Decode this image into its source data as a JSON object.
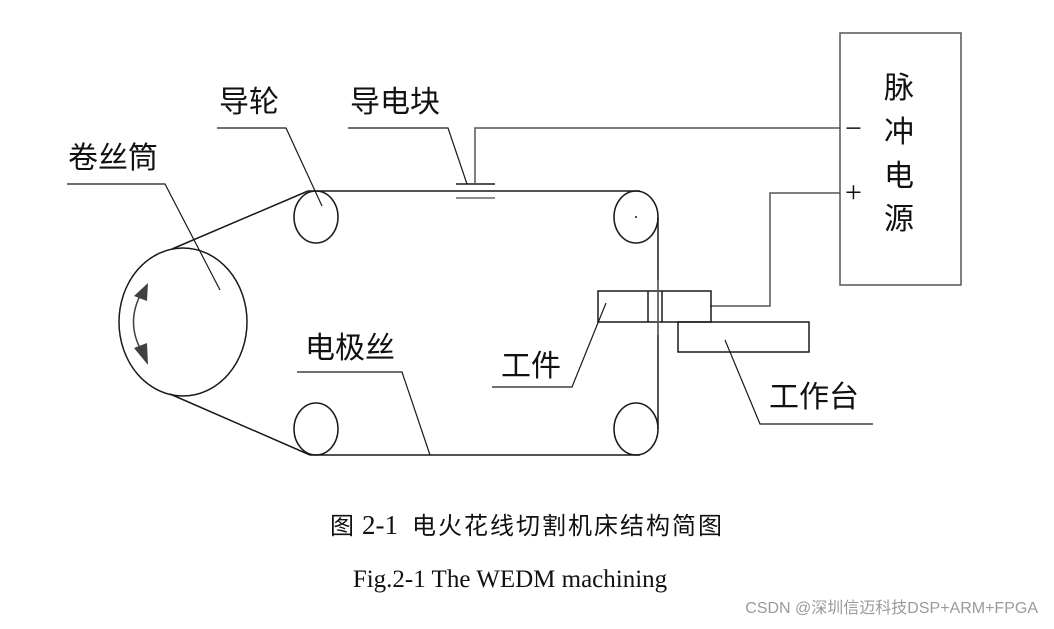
{
  "labels": {
    "wire_drum": "卷丝筒",
    "guide_wheel": "导轮",
    "conductive_block": "导电块",
    "electrode_wire": "电极丝",
    "workpiece": "工件",
    "worktable": "工作台",
    "pulse_power_supply": [
      "脉",
      "冲",
      "电",
      "源"
    ],
    "negative_terminal": "−",
    "positive_terminal": "+"
  },
  "caption": {
    "cn_prefix": "图",
    "cn_number": "2-1",
    "cn_title": "电火花线切割机床结构简图",
    "en": "Fig.2-1 The WEDM machining"
  },
  "watermark": "CSDN @深圳信迈科技DSP+ARM+FPGA",
  "colors": {
    "line": "#1a1a1a",
    "lead_line": "#555555",
    "arrow": "#404040",
    "watermark": "#9a9a9a"
  }
}
